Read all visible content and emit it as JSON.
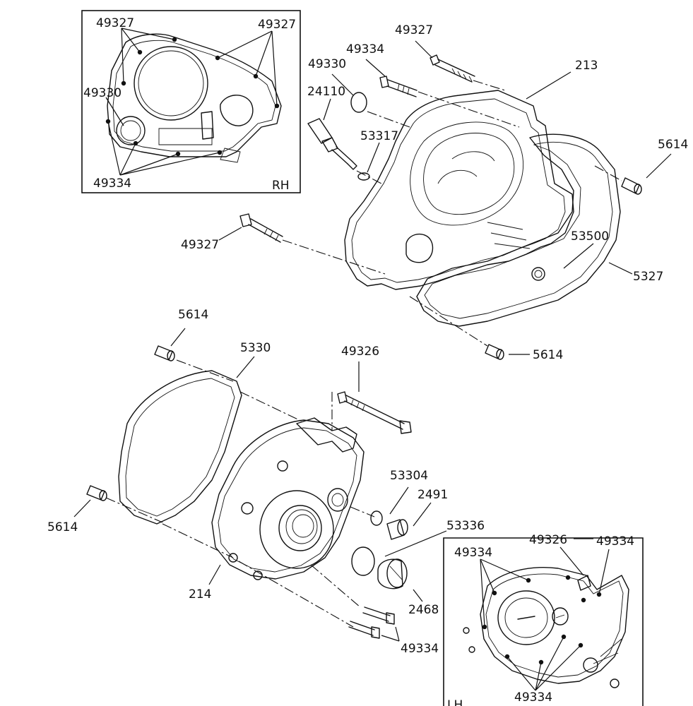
{
  "labels": {
    "rh_49327_left": "49327",
    "rh_49327_right": "49327",
    "rh_49330": "49330",
    "rh_49334": "49334",
    "rh_tag": "RH",
    "top_49327": "49327",
    "top_49334": "49334",
    "top_49330": "49330",
    "top_24110": "24110",
    "top_213": "213",
    "top_53317": "53317",
    "top_5614": "5614",
    "top_53500": "53500",
    "top_5327": "5327",
    "mid_49327": "49327",
    "mid_5614_a": "5614",
    "mid_5614_b": "5614",
    "low_5330": "5330",
    "low_49326": "49326",
    "low_53304": "53304",
    "low_2491": "2491",
    "low_53336": "53336",
    "low_5614": "5614",
    "low_214": "214",
    "low_2468": "2468",
    "low_49334": "49334",
    "lh_49334_a": "49334",
    "lh_49326": "49326",
    "lh_49334_b": "49334",
    "lh_49334_bottom": "49334",
    "lh_tag": "LH"
  }
}
